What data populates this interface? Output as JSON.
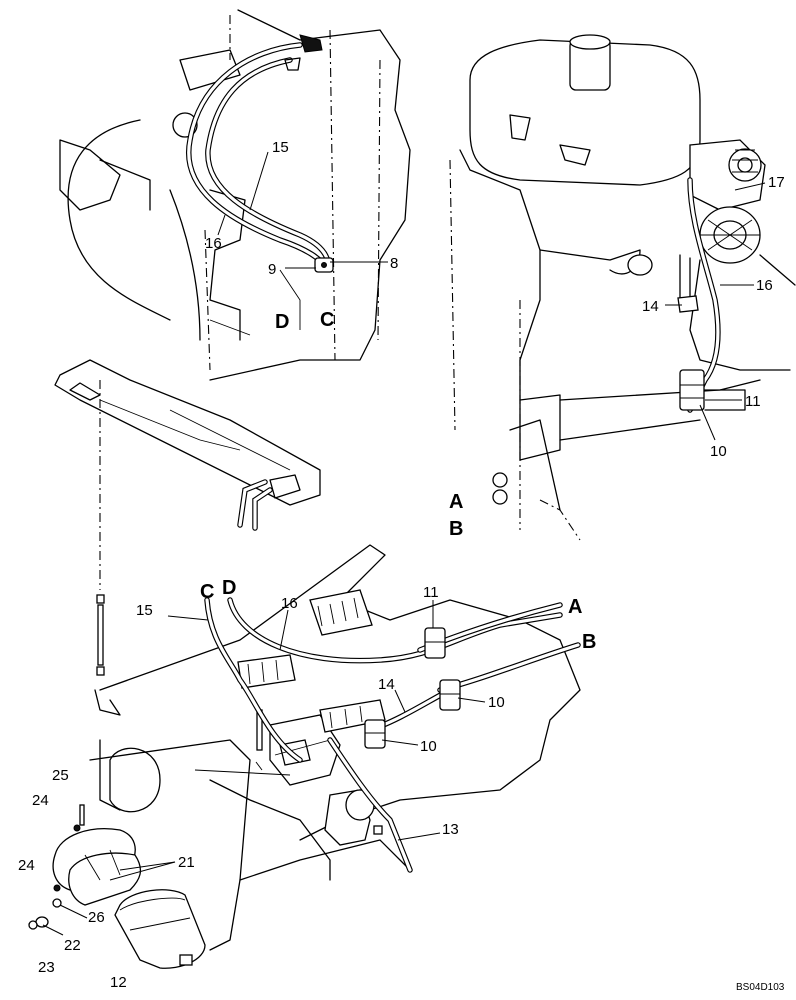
{
  "callouts": {
    "c8": "8",
    "c9": "9",
    "c15a": "15",
    "c16a": "16",
    "c17": "17",
    "c16b": "16",
    "c14a": "14",
    "c11a": "11",
    "c10a": "10",
    "c11b": "11",
    "c15b": "15",
    "c16c": "16",
    "c14b": "14",
    "c10b": "10",
    "c10c": "10",
    "c13": "13",
    "c25": "25",
    "c24a": "24",
    "c21": "21",
    "c24b": "24",
    "c26": "26",
    "c22": "22",
    "c23": "23",
    "c12": "12"
  },
  "letters": {
    "D1": "D",
    "C1": "C",
    "A1": "A",
    "B1": "B",
    "C2": "C",
    "D2": "D",
    "A2": "A",
    "B2": "B"
  },
  "drawing_code": "BS04D103"
}
